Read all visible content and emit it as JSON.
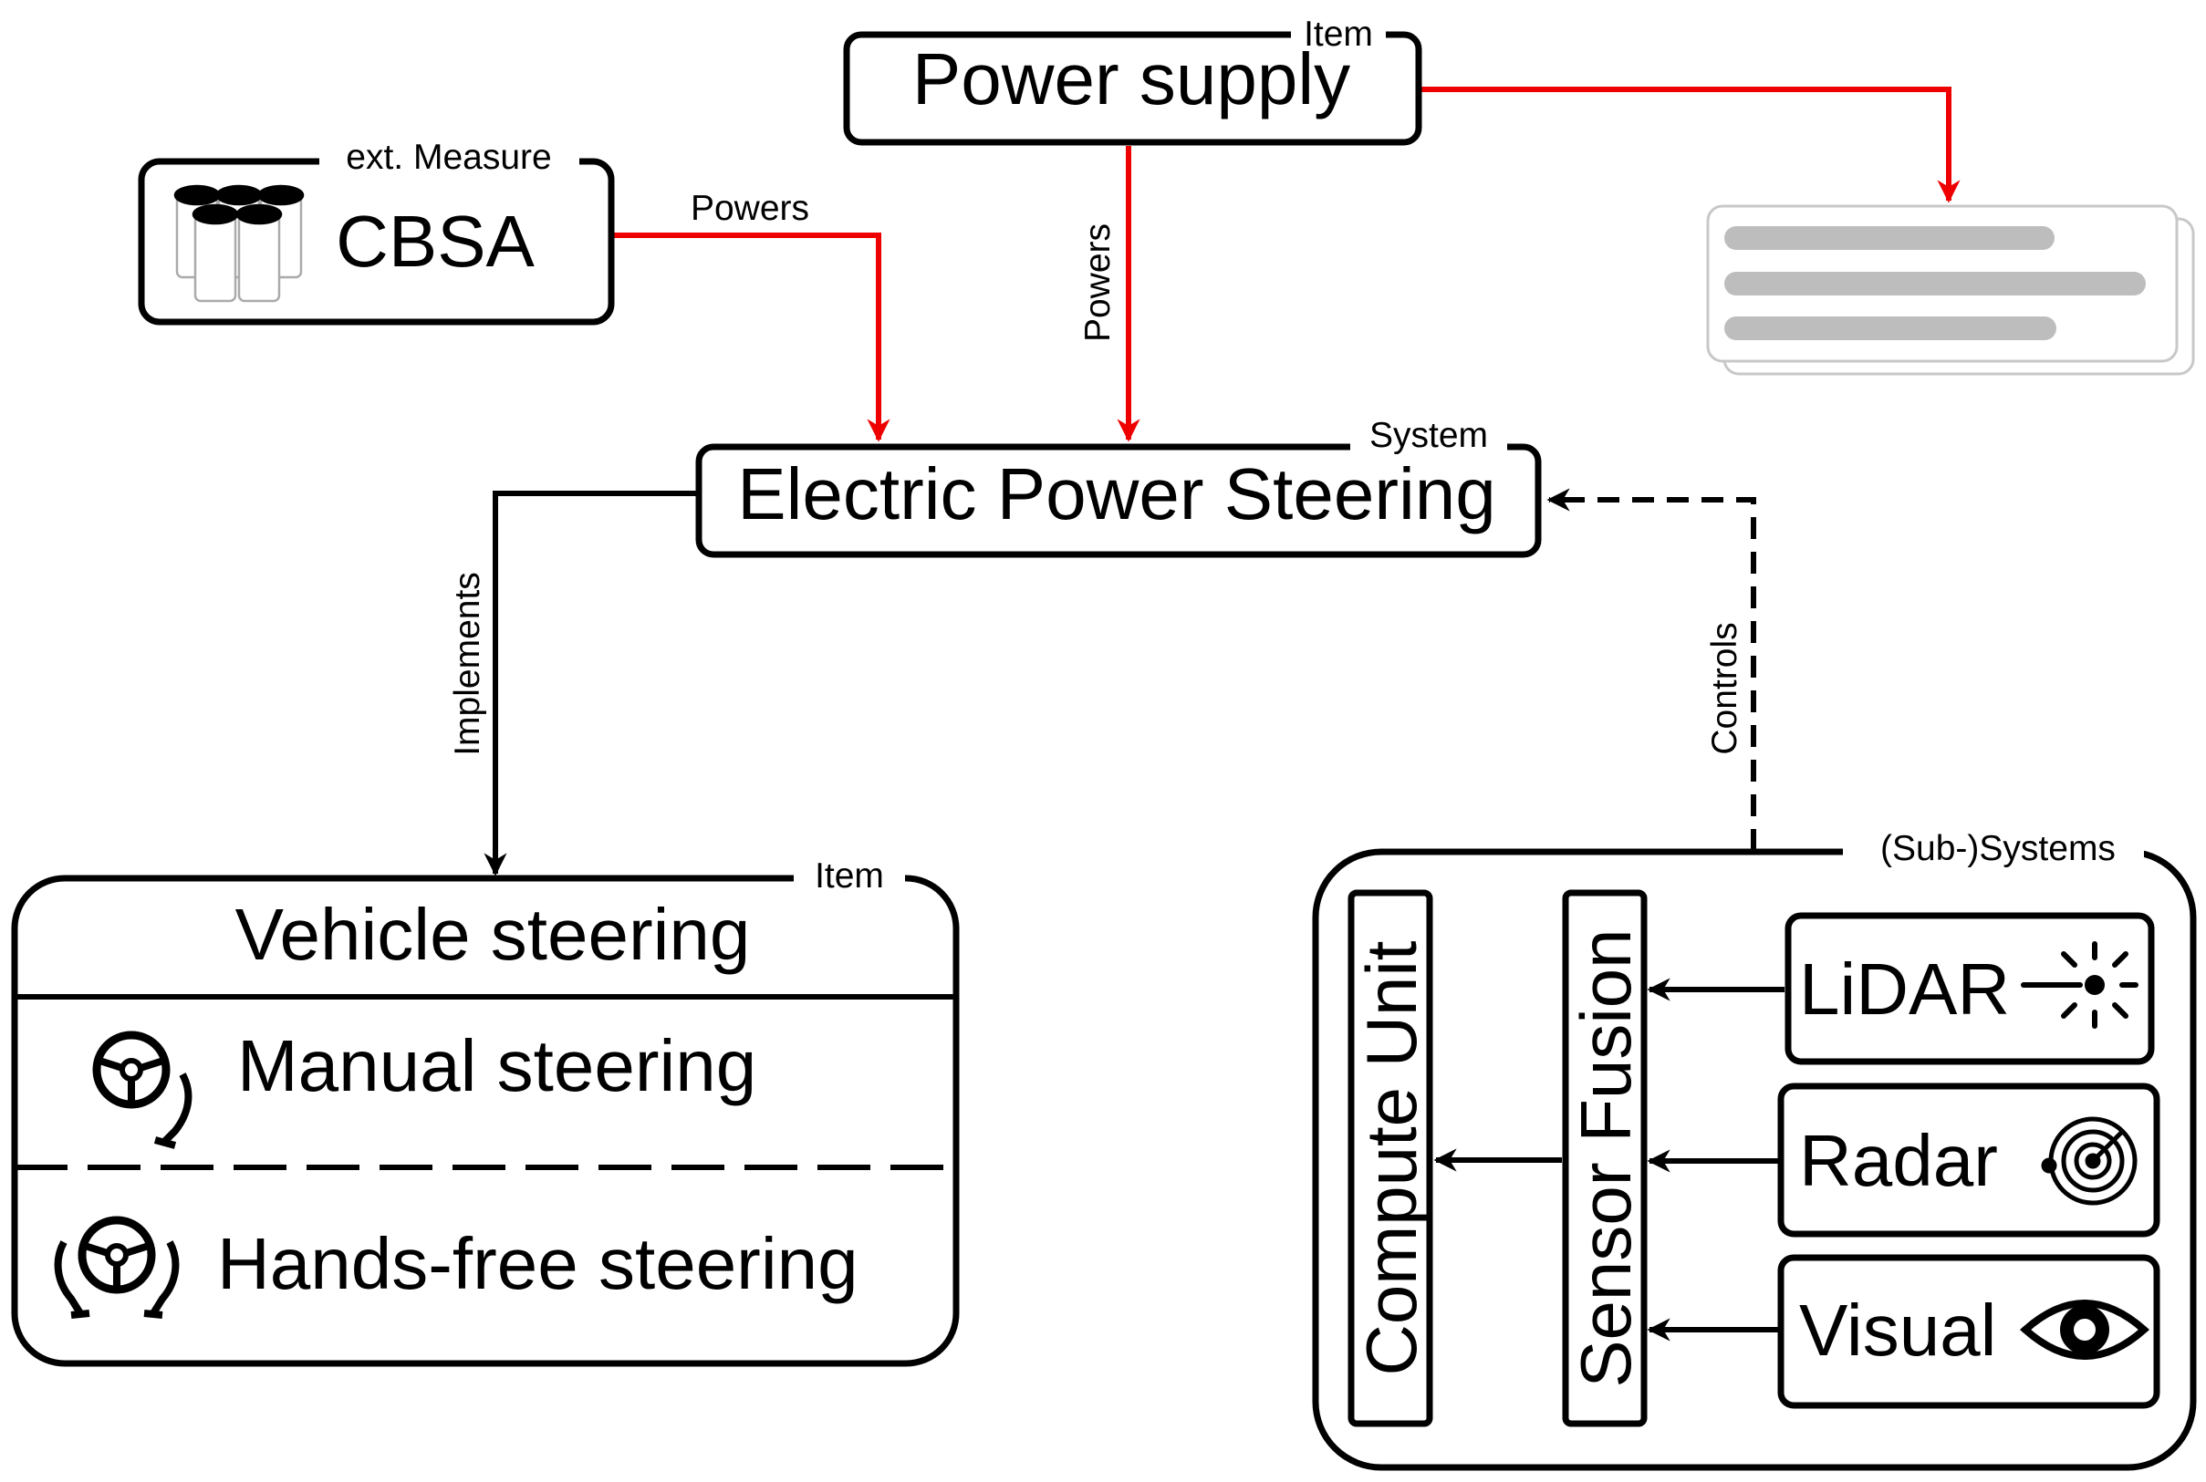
{
  "power_supply": {
    "tag": "Item",
    "label": "Power supply"
  },
  "cbsa": {
    "tag": "ext. Measure",
    "label": "CBSA"
  },
  "eps": {
    "tag": "System",
    "label": "Electric Power Steering"
  },
  "vehicle_steering": {
    "tag": "Item",
    "title": "Vehicle steering",
    "manual": "Manual steering",
    "hands_free": "Hands-free steering"
  },
  "subsystems": {
    "tag": "(Sub-)Systems",
    "compute_unit": "Compute Unit",
    "sensor_fusion": "Sensor Fusion",
    "lidar": "LiDAR",
    "radar": "Radar",
    "visual": "Visual"
  },
  "edges": {
    "cbsa_powers": "Powers",
    "supply_powers": "Powers",
    "implements": "Implements",
    "controls": "Controls"
  },
  "colors": {
    "power_edge": "#ee0000",
    "placeholder_bar": "#bdbdbd",
    "placeholder_border": "#c8c8c8"
  },
  "icons": {
    "cbsa": "battery-cells-icon",
    "manual": "steering-wheel-hand-icon",
    "hands_free": "steering-wheel-hands-off-icon",
    "lidar": "laser-burst-icon",
    "radar": "radar-icon",
    "visual": "eye-icon"
  }
}
